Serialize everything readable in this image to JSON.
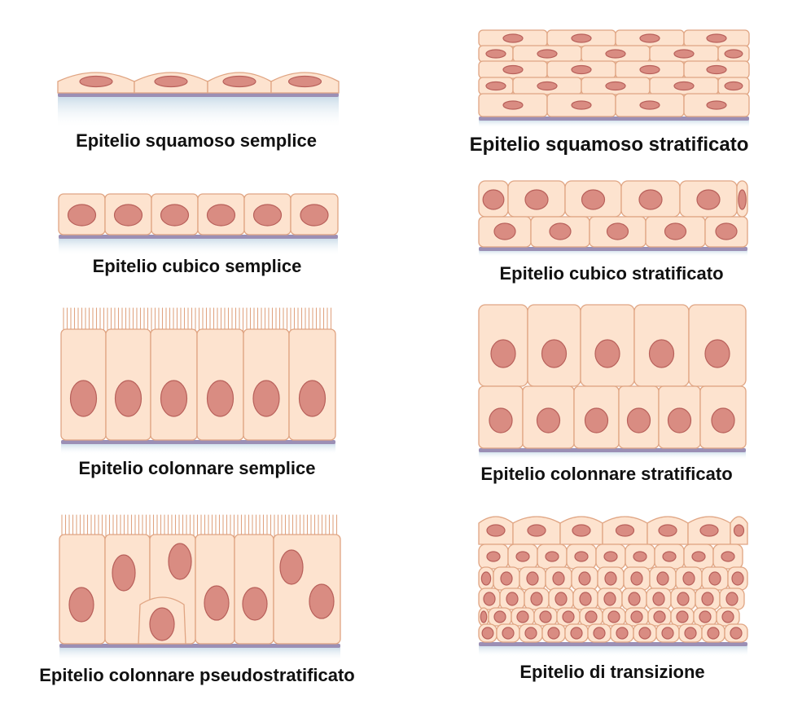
{
  "panels": [
    {
      "id": "simple-squamous",
      "label": "Epitelio squamoso semplice"
    },
    {
      "id": "stratified-squamous",
      "label": "Epitelio squamoso stratificato"
    },
    {
      "id": "simple-cuboidal",
      "label": "Epitelio cubico semplice"
    },
    {
      "id": "stratified-cuboidal",
      "label": "Epitelio cubico stratificato"
    },
    {
      "id": "simple-columnar",
      "label": "Epitelio colonnare semplice"
    },
    {
      "id": "stratified-columnar",
      "label": "Epitelio colonnare stratificato"
    },
    {
      "id": "pseudostratified-columnar",
      "label": "Epitelio colonnare pseudostratificato"
    },
    {
      "id": "transitional",
      "label": "Epitelio di transizione"
    }
  ],
  "colors": {
    "cell_fill": "#fde3cf",
    "cell_stroke": "#e0a583",
    "nucleus_fill": "#d98c82",
    "nucleus_stroke": "#b8605a",
    "basement_membrane": "#9b8fb5",
    "connective_tissue": "#dce8f0"
  }
}
